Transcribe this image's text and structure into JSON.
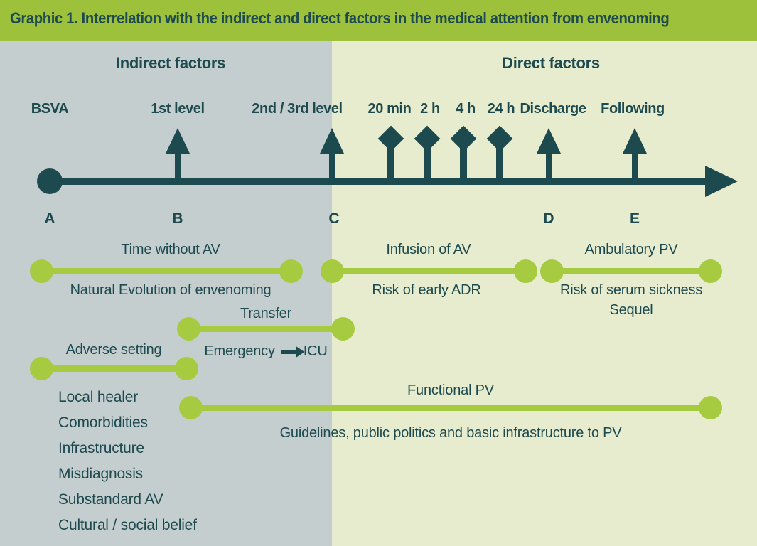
{
  "title": "Graphic 1. Interrelation with the indirect and direct factors in the medical attention from envenoming",
  "sections": {
    "indirect_label": "Indirect factors",
    "direct_label": "Direct factors"
  },
  "timeline": {
    "stage_labels": [
      "BSVA",
      "1st level",
      "2nd / 3rd level",
      "20 min",
      "2 h",
      "4 h",
      "24 h",
      "Discharge",
      "Following"
    ],
    "letters": [
      "A",
      "B",
      "C",
      "D",
      "E"
    ]
  },
  "bars": {
    "time_without_av": {
      "above": "Time without AV",
      "below": "Natural Evolution of envenoming"
    },
    "infusion": {
      "above": "Infusion of AV",
      "below": "Risk of early ADR"
    },
    "ambulatory": {
      "above": "Ambulatory PV",
      "below": "Risk of serum sickness",
      "below2": "Sequel"
    },
    "transfer": {
      "above": "Transfer",
      "below_left": "Emergency",
      "below_right": "ICU"
    },
    "adverse": {
      "above": "Adverse setting"
    },
    "functional": {
      "above": "Functional PV",
      "below": "Guidelines, public politics and basic infrastructure to PV"
    }
  },
  "indirect_risks": [
    "Local healer",
    "Comorbidities",
    "Infrastructure",
    "Misdiagnosis",
    "Substandard AV",
    "Cultural / social belief"
  ],
  "colors": {
    "title_green": "#9ec13c",
    "bar_green": "#a6cb41",
    "dark_teal": "#1d4a4f",
    "panel_gray": "#c5cecf",
    "panel_light": "#e7ecce"
  }
}
